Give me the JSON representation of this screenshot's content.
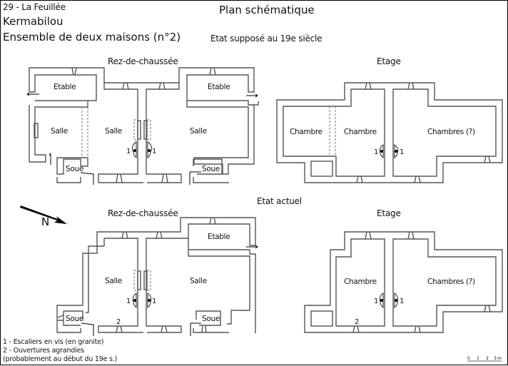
{
  "header": {
    "location": "29 - La Feuillée",
    "place": "Kermabilou",
    "ensemble": "Ensemble de deux maisons (n°2)",
    "title": "Plan schématique"
  },
  "sections": {
    "past": {
      "title": "Etat supposé au 19e siècle",
      "ground": {
        "title": "Rez-de-chaussée",
        "rooms": [
          "Etable",
          "Etable",
          "Salle",
          "Salle",
          "Salle",
          "Soue",
          "Soue"
        ],
        "stair_marks": [
          "1",
          "1"
        ]
      },
      "upper": {
        "title": "Etage",
        "rooms": [
          "Chambre",
          "Chambre",
          "Chambres (?)"
        ],
        "stair_marks": [
          "1",
          "1"
        ]
      }
    },
    "current": {
      "title": "Etat actuel",
      "ground": {
        "title": "Rez-de-chaussée",
        "rooms": [
          "Etable",
          "Salle",
          "Salle",
          "Soue",
          "Soue"
        ],
        "stair_marks": [
          "1",
          "1"
        ],
        "opening_mark": "2"
      },
      "upper": {
        "title": "Etage",
        "rooms": [
          "Chambre",
          "Chambres (?)"
        ],
        "stair_marks": [
          "1",
          "1"
        ],
        "opening_mark": "2"
      }
    }
  },
  "north": {
    "label": "N"
  },
  "legend": [
    "1 - Escaliers en vis (en granite)",
    "2 - Ouvertures agrandies",
    "(probablement au début du 19e s.)"
  ],
  "scale": {
    "ticks": [
      "0",
      "1",
      "2",
      "3"
    ],
    "unit": "m"
  }
}
